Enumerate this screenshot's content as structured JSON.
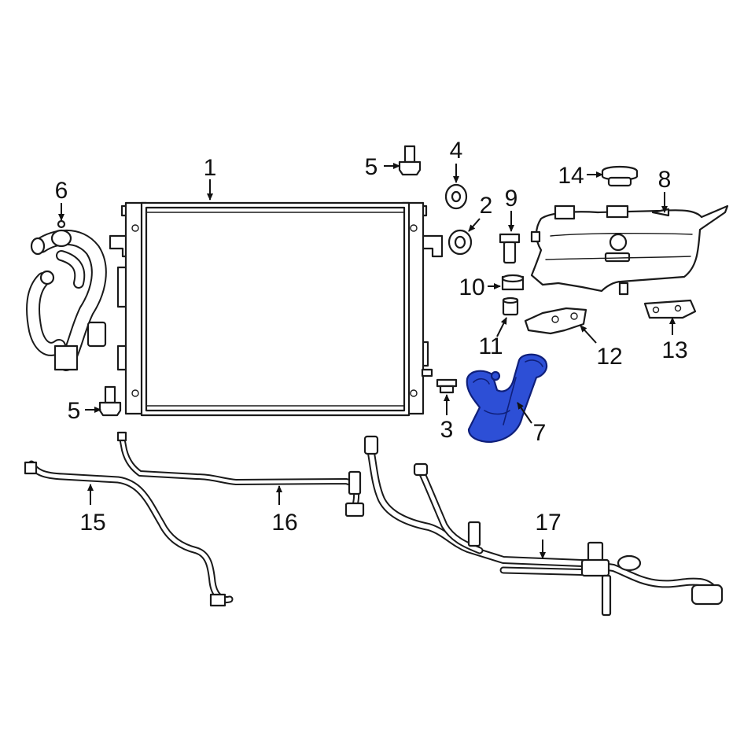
{
  "callouts": {
    "c1": "1",
    "c2": "2",
    "c3": "3",
    "c4": "4",
    "c5a": "5",
    "c5b": "5",
    "c6": "6",
    "c7": "7",
    "c8": "8",
    "c9": "9",
    "c10": "10",
    "c11": "11",
    "c12": "12",
    "c13": "13",
    "c14": "14",
    "c15": "15",
    "c16": "16",
    "c17": "17"
  },
  "colors": {
    "highlight": "#2d4fd6",
    "line": "#1a1a1a"
  }
}
